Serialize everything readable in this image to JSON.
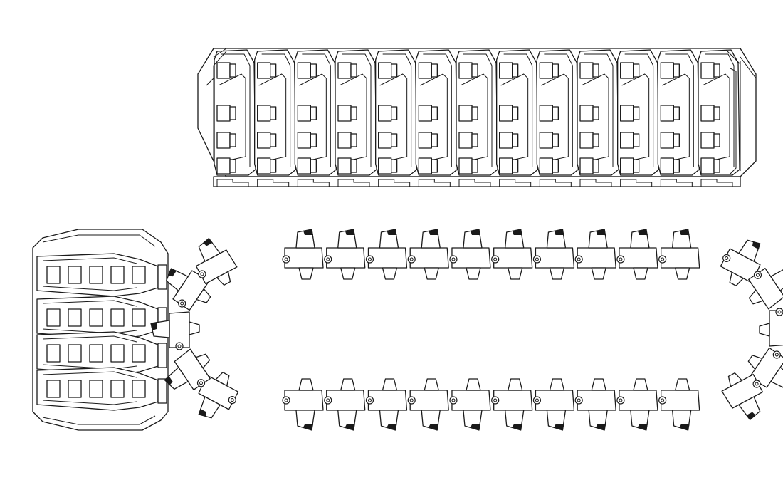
{
  "drawing": {
    "stroke_color": "#1a1a1a",
    "background_color": "#ffffff",
    "top_view_links": 13,
    "front_view_pads": 4,
    "loop_view_links_per_straight": 10
  }
}
